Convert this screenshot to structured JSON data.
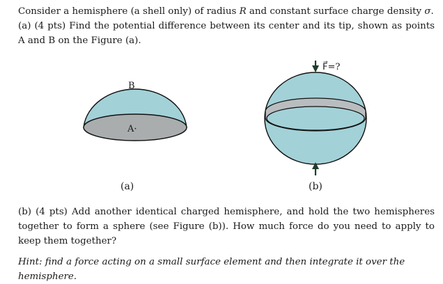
{
  "intro": {
    "line1_prefix": "Consider a hemisphere (a shell only) of radius ",
    "radius_symbol": "R",
    "line1_mid": " and constant surface charge density ",
    "density_symbol": "σ",
    "line1_end": ".",
    "part_a": "(a) (4 pts) Find the potential difference between its center and its tip, shown as points A and B on the Figure (a)."
  },
  "figure_a": {
    "label_b": "B",
    "label_a": "A·",
    "caption": "(a)"
  },
  "figure_b": {
    "force_label": "F⃗=?",
    "caption": "(b)"
  },
  "part_b": {
    "text": "(b) (4 pts) Add another identical charged hemisphere, and hold the two hemispheres together to form a sphere (see Figure (b)). How much force do you need to apply to keep them together?"
  },
  "hint": {
    "text": "Hint: find a force acting on a small surface element and then integrate it over the hemisphere."
  },
  "colors": {
    "shell_fill": "#a3d1d8",
    "base_fill": "#a9adae",
    "band_fill": "#b9bdbf",
    "arrow": "#1f3d29"
  }
}
